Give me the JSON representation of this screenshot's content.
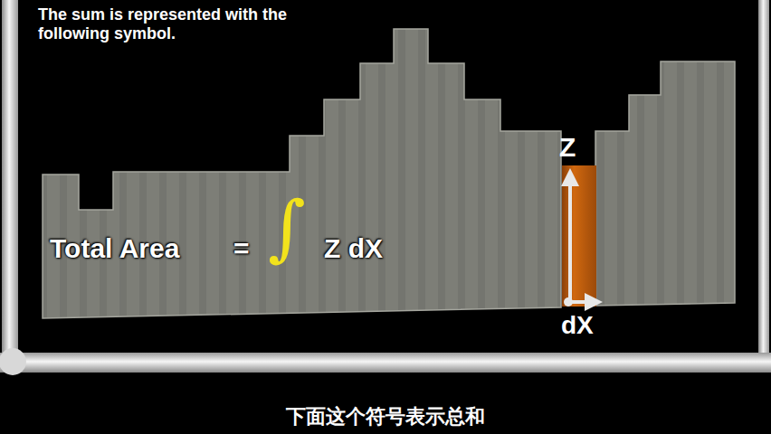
{
  "diagram": {
    "labels": [
      "The sum is represented with the following symbol.",
      "Total Area",
      "=",
      "∫",
      "Z dX",
      "Z",
      "dX",
      "下面这个符号表示总和"
    ]
  }
}
